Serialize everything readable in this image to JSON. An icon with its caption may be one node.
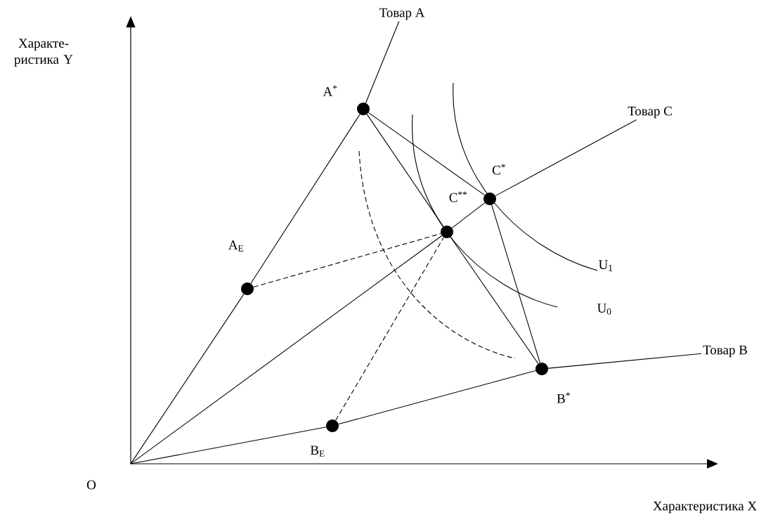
{
  "diagram": {
    "nodes": [
      {
        "text": [
          "Товар A"
        ]
      },
      {
        "text": [],
        "shape": "circle",
        "beside": [
          "A$^{*}$"
        ]
      },
      {
        "text": [
          "Товар C"
        ]
      },
      {
        "text": [],
        "shape": "circle",
        "beside": [
          "C$^{*}$"
        ]
      },
      {
        "text": [],
        "shape": "circle",
        "beside": [
          "C$^{**}$"
        ]
      },
      {
        "text": [],
        "shape": "circle",
        "beside": [
          "A$_{E}$"
        ]
      },
      {
        "text": [
          "Товар B"
        ]
      },
      {
        "text": [],
        "shape": "circle",
        "beside": [
          "B$^{*}$"
        ]
      },
      {
        "text": [],
        "shape": "circle",
        "beside": [
          "B$_{E}$"
        ]
      },
      {
        "text": [],
        "shape": "point",
        "beside": [
          "O"
        ]
      }
    ],
    "edges": [
      {
        "from": 9,
        "to": 5,
        "arrow": "none"
      },
      {
        "from": 5,
        "to": 1,
        "arrow": "none"
      },
      {
        "from": 1,
        "to": 0,
        "arrow": "none"
      },
      {
        "from": 9,
        "to": 4,
        "arrow": "none"
      },
      {
        "from": 4,
        "to": 3,
        "arrow": "none"
      },
      {
        "from": 3,
        "to": 2,
        "arrow": "none"
      },
      {
        "from": 9,
        "to": 8,
        "arrow": "none"
      },
      {
        "from": 8,
        "to": 7,
        "arrow": "none"
      },
      {
        "from": 7,
        "to": 6,
        "arrow": "none"
      },
      {
        "from": 1,
        "to": 3,
        "arrow": "none"
      },
      {
        "from": 1,
        "to": 4,
        "arrow": "none"
      },
      {
        "from": 4,
        "to": 7,
        "arrow": "none"
      },
      {
        "from": 3,
        "to": 7,
        "arrow": "none"
      },
      {
        "from": 5,
        "to": 4,
        "arrow": "none",
        "style": "dashed"
      },
      {
        "from": 8,
        "to": 4,
        "arrow": "none",
        "style": "dashed"
      }
    ],
    "labels": [
      "Характе- ристика Y",
      "U$_{1}$",
      "U$_{0}$",
      "Характеристика X"
    ]
  }
}
